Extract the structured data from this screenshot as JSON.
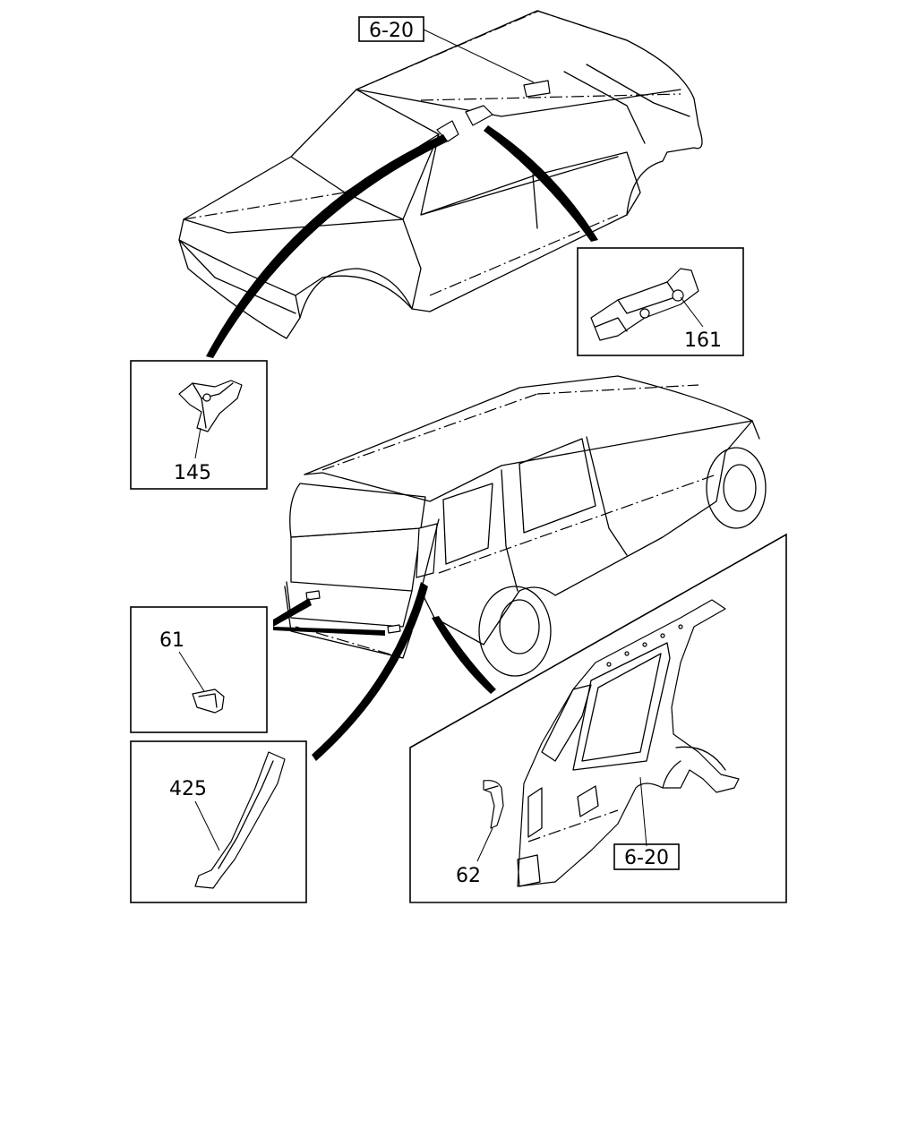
{
  "callouts": {
    "roof_ref_top": "6-20",
    "bracket_161": "161",
    "bracket_145": "145",
    "clip_61": "61",
    "pillar_425": "425",
    "quarter_ref": "6-20",
    "bracket_62": "62"
  }
}
